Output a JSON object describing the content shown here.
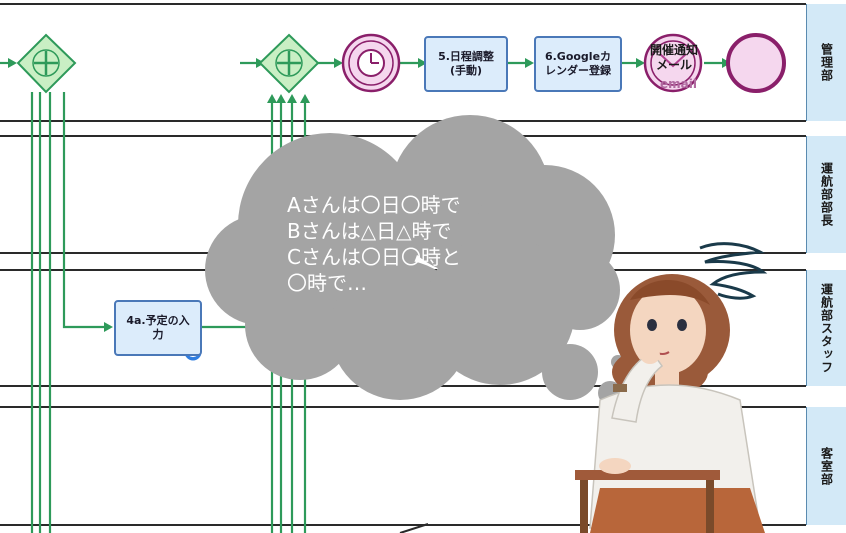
{
  "lanes": [
    {
      "label": "管理部"
    },
    {
      "label": "運航部部長"
    },
    {
      "label": "運航部スタッフ"
    },
    {
      "label": "客室部"
    }
  ],
  "tasks": {
    "schedule_adjust": "5.日程調整\n(手動)",
    "google_calendar": "6.Googleカ\nレンダー登録",
    "meeting_notice": "開催通知\nメール",
    "meeting_notice_icon_text": "email",
    "input_schedule": "4a.予定の入\n力"
  },
  "thought_bubble": {
    "lines": "Aさんは〇日〇時で\nBさんは△日△時で\nCさんは〇日〇時と\n〇時で…"
  },
  "colors": {
    "lane_header": "#d3e9f7",
    "task_fill": "#dcecfb",
    "task_border": "#4a78b8",
    "gateway_fill": "#c9efc4",
    "flow_green": "#2e9a5a",
    "event_fill": "#f5d7ee",
    "event_border": "#8a1f6a",
    "bubble": "#a4a4a4"
  },
  "icons": [
    "parallel-gateway-icon",
    "timer-event-icon",
    "end-event-icon",
    "user-task-icon",
    "email-icon"
  ]
}
